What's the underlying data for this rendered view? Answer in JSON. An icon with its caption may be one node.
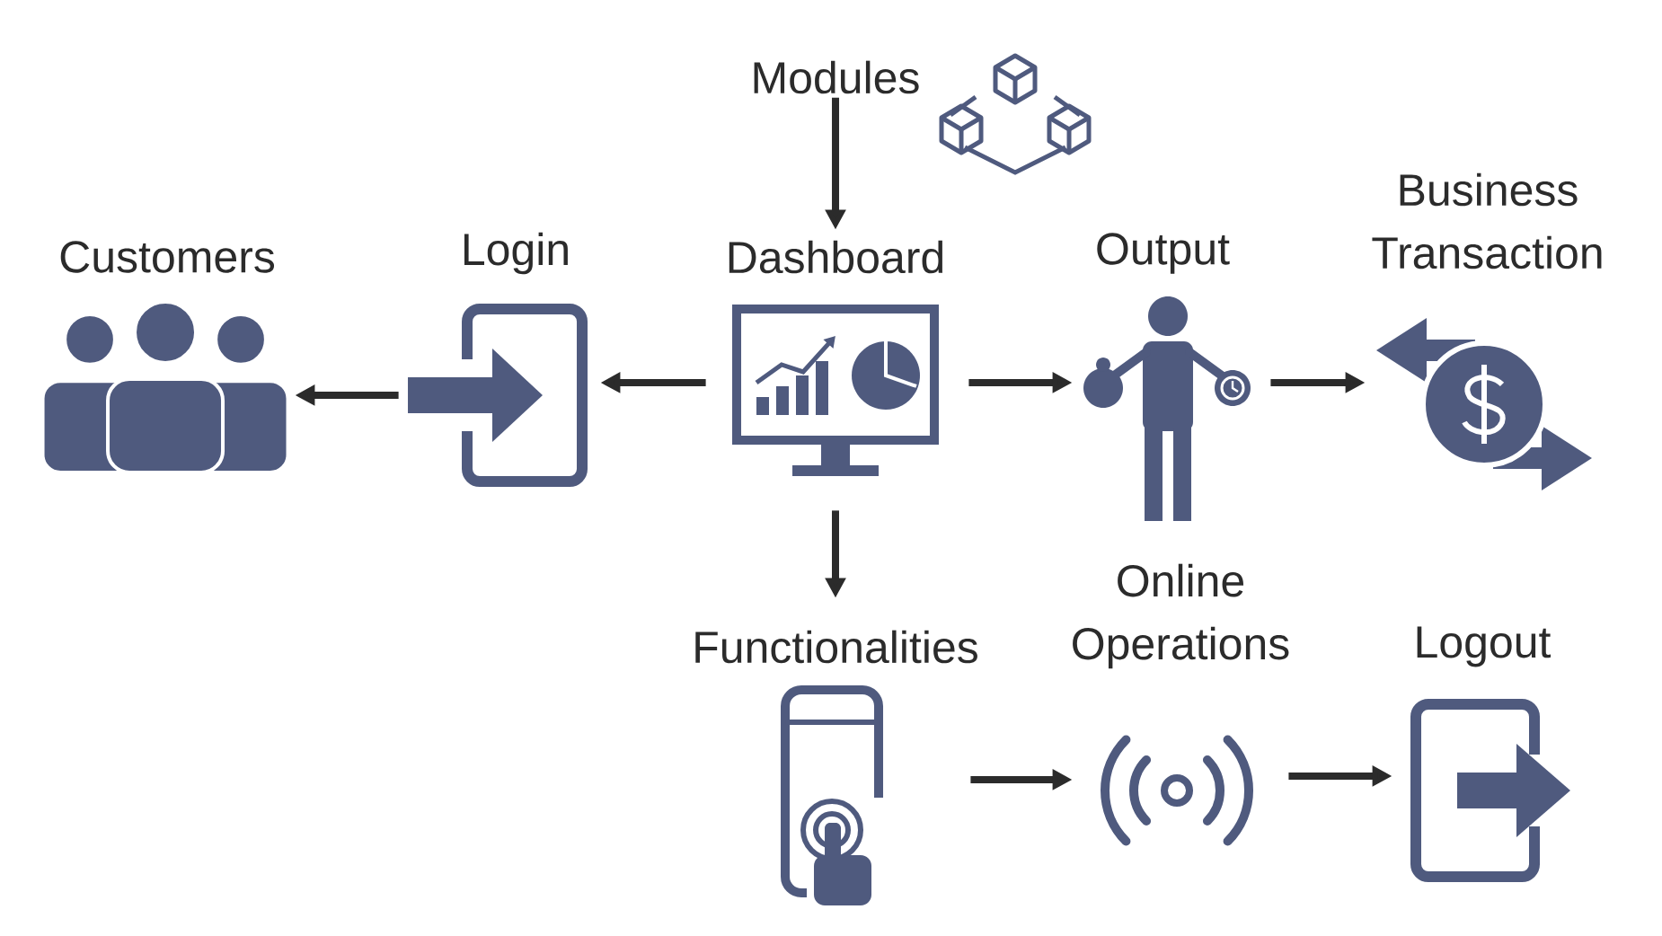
{
  "diagram": {
    "nodes": [
      {
        "text": [
          "Modules"
        ]
      },
      {
        "text": [
          "Customers"
        ]
      },
      {
        "text": [
          "Login"
        ]
      },
      {
        "text": [
          "Dashboard"
        ]
      },
      {
        "text": [
          "Output"
        ]
      },
      {
        "text": [
          "Business Transaction"
        ]
      },
      {
        "text": [
          "Functionalities"
        ]
      },
      {
        "text": [
          "Online Operations"
        ]
      },
      {
        "text": [
          "Logout"
        ]
      }
    ],
    "edges": [
      {
        "from": 0,
        "to": 3,
        "arrow": "to"
      },
      {
        "from": 3,
        "to": 2,
        "arrow": "to"
      },
      {
        "from": 2,
        "to": 1,
        "arrow": "to"
      },
      {
        "from": 3,
        "to": 4,
        "arrow": "to"
      },
      {
        "from": 4,
        "to": 5,
        "arrow": "to"
      },
      {
        "from": 3,
        "to": 6,
        "arrow": "to"
      },
      {
        "from": 6,
        "to": 7,
        "arrow": "to"
      },
      {
        "from": 7,
        "to": 8,
        "arrow": "to"
      }
    ]
  }
}
